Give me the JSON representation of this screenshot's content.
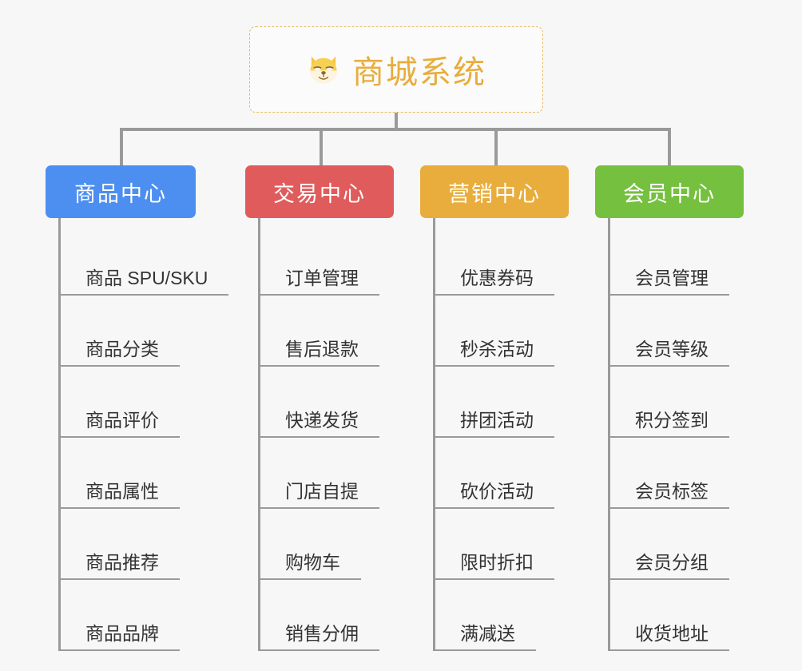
{
  "root": {
    "icon": "shiba-dog-emoji",
    "title": "商城系统"
  },
  "colors": {
    "background": "#f7f7f7",
    "root_border": "#e6b95c",
    "root_text": "#e8ad3c",
    "connector": "#9a9a9a",
    "leaf_text": "#333333",
    "leaf_rule": "#9a9a9a",
    "category_blue": "#4d8ff0",
    "category_red": "#e05c5c",
    "category_orange": "#e8ad3c",
    "category_green": "#76c040"
  },
  "columns": [
    {
      "id": "product-center",
      "label": "商品中心",
      "color": "#4d8ff0",
      "items": [
        "商品 SPU/SKU",
        "商品分类",
        "商品评价",
        "商品属性",
        "商品推荐",
        "商品品牌"
      ]
    },
    {
      "id": "trade-center",
      "label": "交易中心",
      "color": "#e05c5c",
      "items": [
        "订单管理",
        "售后退款",
        "快递发货",
        "门店自提",
        "购物车",
        "销售分佣"
      ]
    },
    {
      "id": "marketing-center",
      "label": "营销中心",
      "color": "#e8ad3c",
      "items": [
        "优惠券码",
        "秒杀活动",
        "拼团活动",
        "砍价活动",
        "限时折扣",
        "满减送"
      ]
    },
    {
      "id": "member-center",
      "label": "会员中心",
      "color": "#76c040",
      "items": [
        "会员管理",
        "会员等级",
        "积分签到",
        "会员标签",
        "会员分组",
        "收货地址"
      ]
    }
  ]
}
